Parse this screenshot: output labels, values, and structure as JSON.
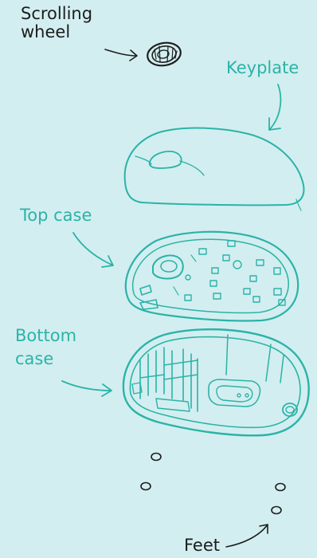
{
  "labels": {
    "scrolling_wheel_line1": "Scrolling",
    "scrolling_wheel_line2": "wheel",
    "keyplate": "Keyplate",
    "top_case": "Top case",
    "bottom_case_line1": "Bottom",
    "bottom_case_line2": "case",
    "feet": "Feet"
  },
  "colors": {
    "background": "#d3eef0",
    "accent": "#2bb3a8",
    "text_dark": "#1c1c1c"
  },
  "parts": [
    "scroll-wheel",
    "keyplate",
    "top-case",
    "bottom-case",
    "feet"
  ]
}
